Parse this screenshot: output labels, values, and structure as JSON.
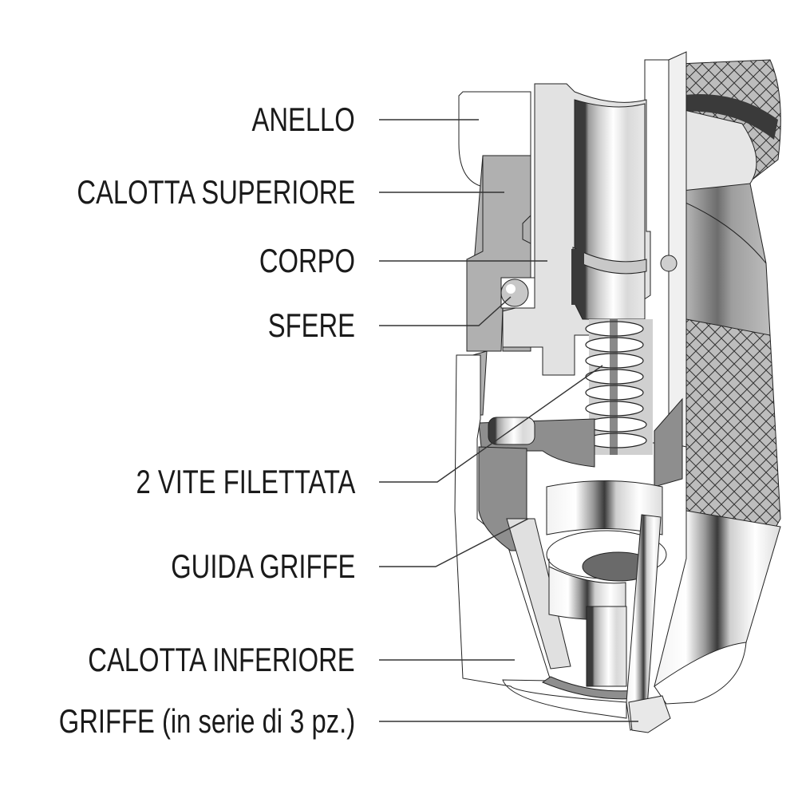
{
  "diagram": {
    "title": "Drill chuck cutaway",
    "labels": [
      {
        "id": "anello",
        "text": "ANELLO"
      },
      {
        "id": "calotta-superiore",
        "text": "CALOTTA SUPERIORE"
      },
      {
        "id": "corpo",
        "text": "CORPO"
      },
      {
        "id": "sfere",
        "text": "SFERE"
      },
      {
        "id": "vite-filettata",
        "text": "2 VITE FILETTATA"
      },
      {
        "id": "guida-griffe",
        "text": "GUIDA GRIFFE"
      },
      {
        "id": "calotta-inferiore",
        "text": "CALOTTA INFERIORE"
      },
      {
        "id": "griffe",
        "text": "GRIFFE (in serie di 3 pz.)"
      }
    ],
    "colors": {
      "text": "#1a1a1a",
      "leader": "#333333",
      "light_gray": "#e0e0e0",
      "mid_gray": "#b4b4b4",
      "dark_gray": "#8c8c8c",
      "very_dark": "#3a3a3a"
    }
  }
}
